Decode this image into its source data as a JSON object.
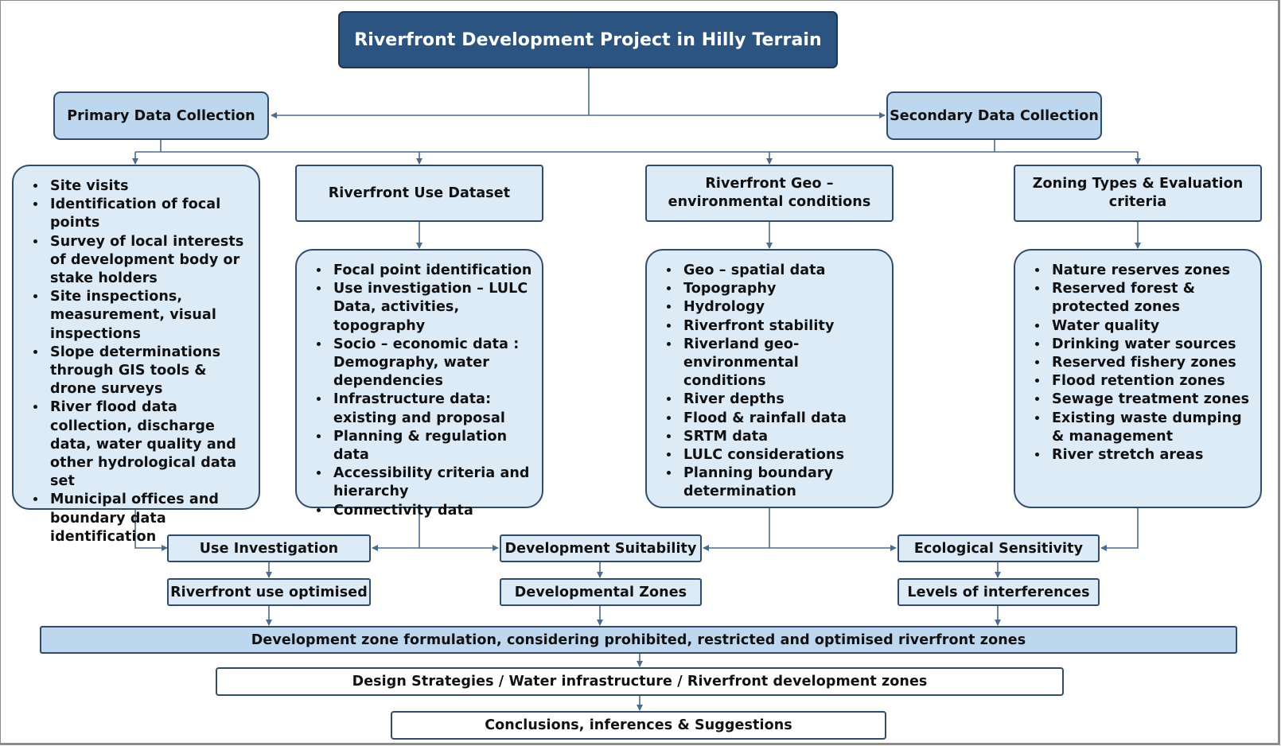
{
  "title": "Riverfront Development Project in Hilly Terrain",
  "primary": "Primary Data Collection",
  "secondary": "Secondary Data Collection",
  "primary_items": [
    "Site visits",
    "Identification of focal points",
    "Survey of local interests of development body or stake holders",
    "Site inspections, measurement, visual inspections",
    "Slope determinations through GIS tools & drone surveys",
    "River flood data collection, discharge data,  water quality and other hydrological data set",
    "Municipal offices and boundary data identification"
  ],
  "use_dataset": {
    "header": "Riverfront Use Dataset",
    "items": [
      "Focal point identification",
      "Use investigation – LULC Data, activities, topography",
      "Socio – economic data : Demography, water dependencies",
      "Infrastructure data: existing and proposal",
      "Planning & regulation data",
      "Accessibility criteria and hierarchy",
      "Connectivity data"
    ]
  },
  "geo": {
    "header": "Riverfront Geo – environmental conditions",
    "items": [
      "Geo – spatial data",
      "Topography",
      "Hydrology",
      "Riverfront stability",
      "Riverland geo-environmental conditions",
      "River depths",
      "Flood & rainfall data",
      "SRTM data",
      "LULC considerations",
      "Planning boundary determination"
    ]
  },
  "zoning": {
    "header": "Zoning Types & Evaluation criteria",
    "items": [
      "Nature reserves zones",
      "Reserved forest & protected zones",
      "Water quality",
      "Drinking water sources",
      "Reserved fishery zones",
      "Flood retention zones",
      "Sewage treatment zones",
      "Existing waste dumping & management",
      "River stretch areas"
    ]
  },
  "analysis": {
    "use_investigation": "Use Investigation",
    "development_suitability": "Development Suitability",
    "ecological_sensitivity": "Ecological Sensitivity"
  },
  "outcomes": {
    "riverfront_use_optimised": "Riverfront use optimised",
    "developmental_zones": "Developmental Zones",
    "levels_of_interferences": "Levels of interferences"
  },
  "formulation": "Development zone formulation, considering prohibited, restricted and optimised riverfront zones",
  "strategies": "Design Strategies / Water infrastructure / Riverfront development zones",
  "conclusions": "Conclusions, inferences & Suggestions",
  "colors": {
    "title_fill": "#2b5480",
    "level1_fill": "#bdd7ee",
    "box_fill": "#ddebf7",
    "border": "#2f4b6e",
    "connector": "#4a6b93"
  }
}
